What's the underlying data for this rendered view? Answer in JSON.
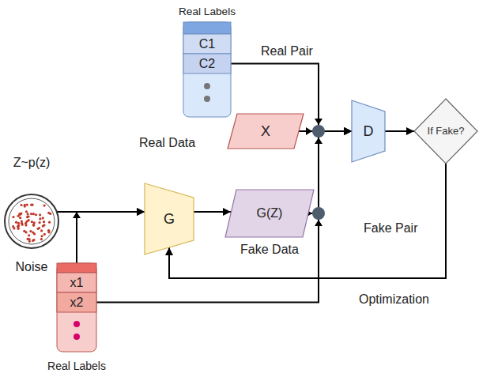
{
  "diagram": {
    "nodes": [
      {
        "text": [
          "Real Labels",
          "C1",
          "C2"
        ]
      },
      {
        "text": [
          "X"
        ]
      },
      {
        "text": [
          "Z~p(z)",
          "Noise"
        ]
      },
      {
        "text": [
          "G"
        ]
      },
      {
        "text": [
          "G(Z)",
          "Fake Data"
        ]
      },
      {
        "text": [
          "D"
        ]
      },
      {
        "text": [
          "If Fake?"
        ]
      },
      {
        "text": [
          "x1",
          "x2",
          "Real Labels"
        ]
      }
    ],
    "edges": [
      {
        "from": 0,
        "to": 5,
        "arrow": "to"
      },
      {
        "from": 1,
        "to": 5,
        "arrow": "to"
      },
      {
        "from": 2,
        "to": 3,
        "arrow": "to"
      },
      {
        "from": 7,
        "to": 3,
        "arrow": "to"
      },
      {
        "from": 3,
        "to": 4,
        "arrow": "to"
      },
      {
        "from": 4,
        "to": 5,
        "arrow": "to"
      },
      {
        "from": 7,
        "to": 5,
        "arrow": "to"
      },
      {
        "from": 5,
        "to": 6,
        "arrow": "to"
      },
      {
        "from": 6,
        "to": 3,
        "label": "Optimization",
        "arrow": "to"
      }
    ],
    "labels": [
      "Real Pair",
      "Real Data",
      "Fake Pair"
    ]
  }
}
